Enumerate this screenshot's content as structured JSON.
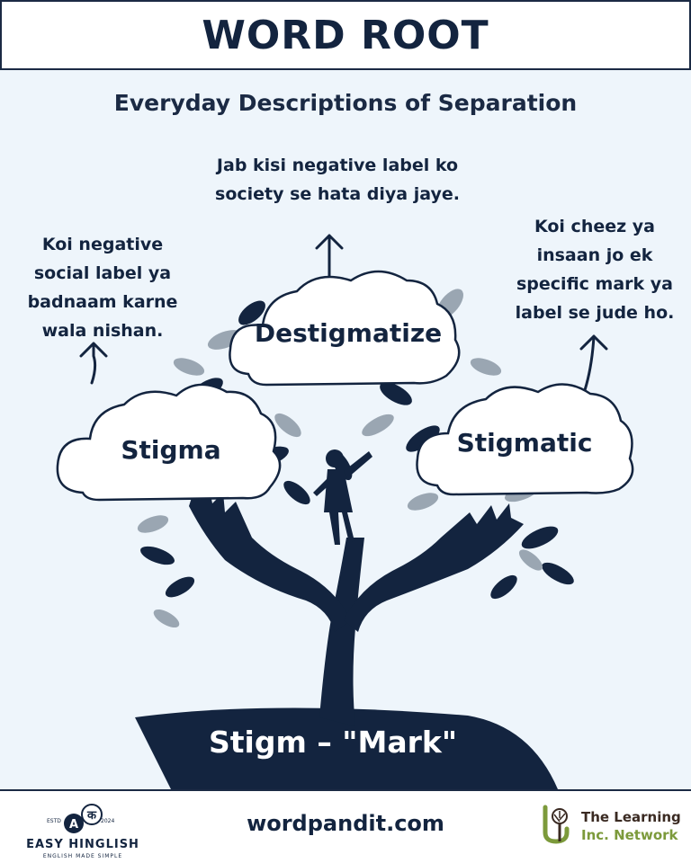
{
  "header": {
    "title": "WORD ROOT"
  },
  "subtitle": "Everyday Descriptions of Separation",
  "root": {
    "label": "Stigm – \"Mark\""
  },
  "words": [
    {
      "word": "Stigma",
      "description": "Koi negative social label ya badnaam karne wala nishan."
    },
    {
      "word": "Destigmatize",
      "description": "Jab kisi negative label ko society se hata diya jaye."
    },
    {
      "word": "Stigmatic",
      "description": "Koi cheez ya insaan jo ek specific mark ya label se jude ho."
    }
  ],
  "footer": {
    "website": "wordpandit.com",
    "left_brand": {
      "name": "EASY HINGLISH",
      "tagline": "ENGLISH MADE SIMPLE",
      "estd": "ESTD",
      "year": "2024",
      "mark_a": "A",
      "mark_b": "क"
    },
    "right_brand": {
      "line1": "The Learning",
      "line2": "Inc. Network"
    }
  },
  "colors": {
    "navy": "#13243f",
    "panel": "#eef5fb",
    "leaf_gray": "#9aa6b2",
    "accent_green": "#7c9a3b"
  }
}
